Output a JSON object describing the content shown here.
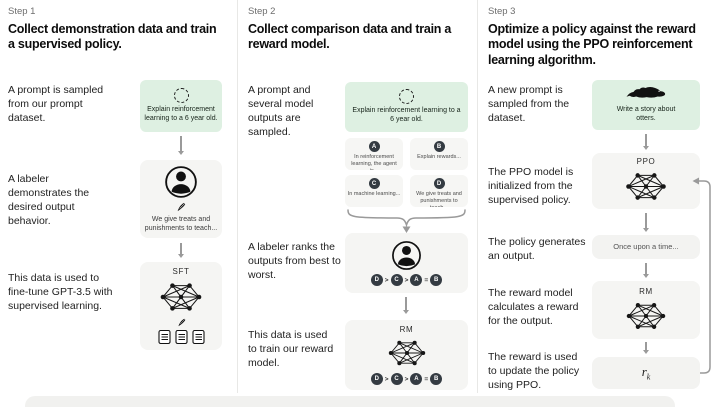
{
  "colors": {
    "prompt_box_green": "#def0e2",
    "panel_gray": "#f5f5f3",
    "rank_circle_dark": "#343b42",
    "arrow_gray": "#9a9a9a"
  },
  "icons": {
    "sample": "cycle-dashed-circle-icon",
    "labeler": "person-in-circle-icon",
    "annotate": "pen-icon",
    "model": "neural-network-icon",
    "documents": "documents-icon",
    "otter": "otter-icon"
  },
  "steps": [
    {
      "step_label": "Step 1",
      "title": "Collect demonstration data and train a supervised policy.",
      "captions": {
        "prompt": "A prompt is sampled from our prompt dataset.",
        "labeler": "A labeler demonstrates the desired output behavior.",
        "train": "This data is used to fine-tune GPT-3.5 with supervised learning."
      },
      "prompt_box": {
        "text": "Explain reinforcement learning to a 6 year old."
      },
      "labeler_box": {
        "text": "We give treats and punishments to teach..."
      },
      "model_box": {
        "label": "SFT"
      }
    },
    {
      "step_label": "Step 2",
      "title": "Collect comparison data and train a reward model.",
      "captions": {
        "prompt": "A prompt and several model outputs are sampled.",
        "labeler": "A labeler ranks the outputs from best to worst.",
        "train": "This data is used to train our reward model."
      },
      "prompt_box": {
        "text": "Explain reinforcement learning to a 6 year old."
      },
      "outputs": [
        {
          "letter": "A",
          "text": "In reinforcement learning, the agent is..."
        },
        {
          "letter": "B",
          "text": "Explain rewards..."
        },
        {
          "letter": "C",
          "text": "In machine learning..."
        },
        {
          "letter": "D",
          "text": "We give treats and punishments to teach..."
        }
      ],
      "ranking": [
        "D",
        ">",
        "C",
        ">",
        "A",
        "=",
        "B"
      ],
      "model_box": {
        "label": "RM"
      }
    },
    {
      "step_label": "Step 3",
      "title": "Optimize a policy against the reward model using the PPO reinforcement learning algorithm.",
      "captions": {
        "prompt": "A new prompt is sampled from the dataset.",
        "ppo": "The PPO model is initialized from the supervised policy.",
        "output": "The policy generates an output.",
        "reward": "The reward model calculates a reward for the output.",
        "update": "The reward is used to update the policy using PPO."
      },
      "prompt_box": {
        "text": "Write a story about otters."
      },
      "ppo_box": {
        "label": "PPO"
      },
      "output_box": {
        "text": "Once upon a time..."
      },
      "rm_box": {
        "label": "RM"
      },
      "reward_box": {
        "symbol": "r",
        "subscript": "k"
      }
    }
  ]
}
